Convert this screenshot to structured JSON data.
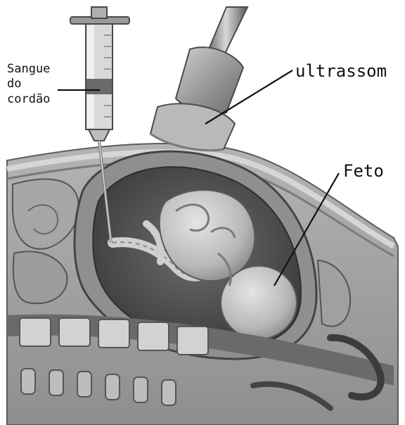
{
  "labels": {
    "syringe_line1": "Sangue",
    "syringe_line2": "do",
    "syringe_line3": "cordão",
    "probe": "ultrassom",
    "fetus": "Feto"
  },
  "colors": {
    "background": "#ffffff",
    "tissue_dark": "#3c3c3c",
    "tissue_mid": "#8a8a8a",
    "tissue_light": "#c8c8c8",
    "amniotic": "#5a5a5a",
    "fetus": "#bdbdbd",
    "metal": "#a8a8a8",
    "label_text": "#111111",
    "leader_line": "#111111"
  }
}
